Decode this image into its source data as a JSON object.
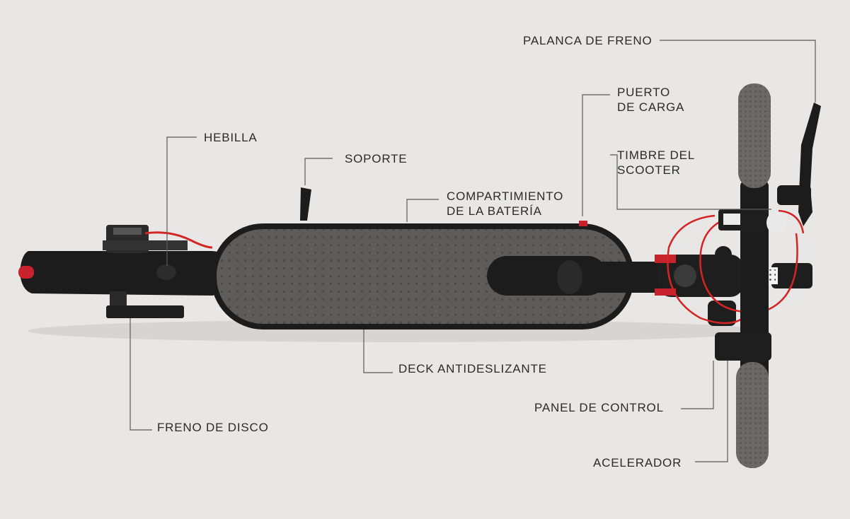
{
  "labels": {
    "palanca_freno": "PALANCA DE FRENO",
    "puerto_carga_1": "PUERTO",
    "puerto_carga_2": "DE CARGA",
    "hebilla": "HEBILLA",
    "soporte": "SOPORTE",
    "timbre_1": "TIMBRE DEL",
    "timbre_2": "SCOOTER",
    "compartimiento_1": "COMPARTIMIENTO",
    "compartimiento_2": "DE LA BATERÍA",
    "deck": "DECK ANTIDESLIZANTE",
    "panel": "PANEL DE CONTROL",
    "freno_disco": "FRENO DE DISCO",
    "acelerador": "ACELERADOR"
  },
  "colors": {
    "background": "#e8e7e6",
    "label_text": "#2b2b2b",
    "leader_line": "#5a5a5a",
    "deck_grip": "#5e5c5b",
    "frame_black": "#1c1c1c",
    "cable_red": "#d42424",
    "grip_gray": "#6b6968",
    "rear_light": "#c8232c"
  }
}
